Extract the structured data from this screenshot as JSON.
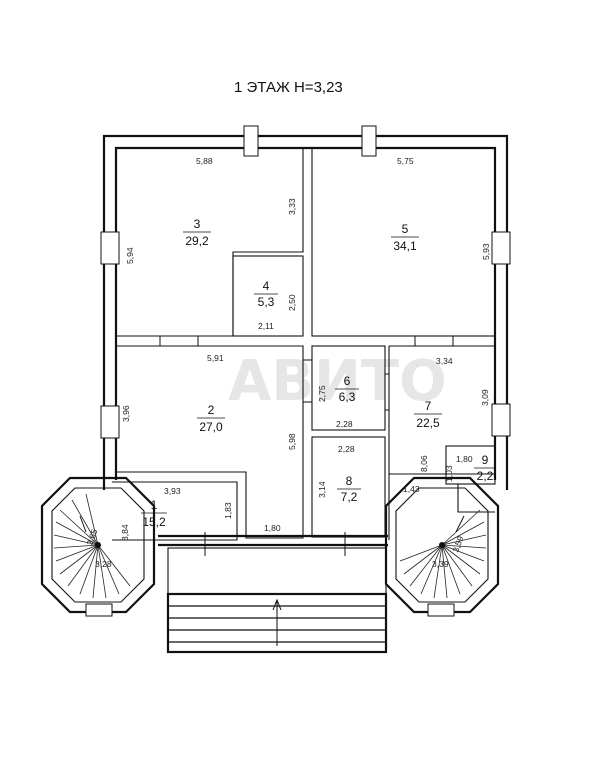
{
  "title": "1 ЭТАЖ  H=3,23",
  "watermark": "АВИТО",
  "rooms": [
    {
      "num": "1",
      "area": "15,2"
    },
    {
      "num": "2",
      "area": "27,0"
    },
    {
      "num": "3",
      "area": "29,2"
    },
    {
      "num": "4",
      "area": "5,3"
    },
    {
      "num": "5",
      "area": "34,1"
    },
    {
      "num": "6",
      "area": "6,3"
    },
    {
      "num": "7",
      "area": "22,5"
    },
    {
      "num": "8",
      "area": "7,2"
    },
    {
      "num": "9",
      "area": "2,2"
    }
  ],
  "dims": {
    "r3_top": "5,88",
    "r3_left": "5,94",
    "r3_right": "3,33",
    "r4_right": "2,50",
    "r4_bottom": "2,11",
    "r5_top": "5,75",
    "r5_right": "5,93",
    "r2_top": "5,91",
    "r2_left": "3,96",
    "r2_right": "5,98",
    "r2_bottom": "1,80",
    "r6_left": "2,75",
    "r6_bottom": "2,28",
    "r8_top": "2,28",
    "r8_left": "3,14",
    "r7_top": "3,34",
    "r7_right": "3,09",
    "r7_left": "8,06",
    "r7_bottom": "1,43",
    "r9_top": "1,80",
    "r9_left": "1,03",
    "r1_top": "3,93",
    "r1_right": "1,83",
    "stairL_a": "3,84",
    "stairL_b": "3,28",
    "stairL_c": "3,65",
    "stairR_a": "3,39",
    "stairR_b": "3,59"
  }
}
